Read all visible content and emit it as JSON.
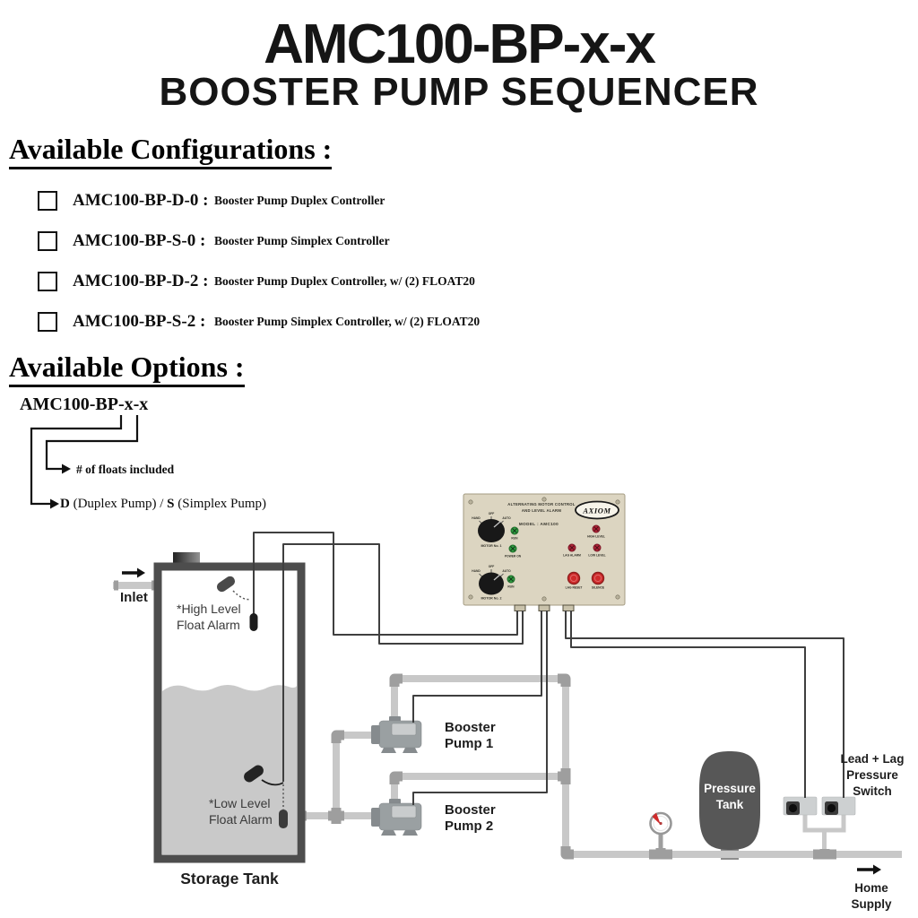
{
  "page": {
    "title": "AMC100-BP-x-x",
    "subtitle": "BOOSTER PUMP SEQUENCER"
  },
  "configurations": {
    "heading": "Available Configurations :",
    "items": [
      {
        "part": "AMC100-BP-D-0 :",
        "desc": "Booster Pump Duplex Controller"
      },
      {
        "part": "AMC100-BP-S-0 :",
        "desc": "Booster Pump Simplex Controller"
      },
      {
        "part": "AMC100-BP-D-2 :",
        "desc": "Booster Pump Duplex Controller, w/ (2) FLOAT20"
      },
      {
        "part": "AMC100-BP-S-2 :",
        "desc": "Booster Pump Simplex Controller, w/ (2) FLOAT20"
      }
    ]
  },
  "options": {
    "heading": "Available Options :",
    "part_number": "AMC100-BP-x-x",
    "branch_floats": "# of floats included",
    "branch_pump_d": "D",
    "branch_pump_mid": " (Duplex Pump) / ",
    "branch_pump_s": "S",
    "branch_pump_end": " (Simplex Pump)"
  },
  "panel": {
    "header1": "ALTERNATING MOTOR CONTROL",
    "header2": "AND LEVEL ALARM",
    "model": "MODEL : AMC100",
    "brand": "AXIOM",
    "hand": "HAND",
    "off": "OFF",
    "auto": "AUTO",
    "motor1": "MOTOR No. 1",
    "motor2": "MOTOR No. 2",
    "run": "RUN",
    "power_on": "POWER ON",
    "high_level": "HIGH LEVEL",
    "lag_alarm": "LAG ALARM",
    "low_level": "LOW LEVEL",
    "lag_reset": "LAG RESET",
    "silence": "SILENCE"
  },
  "diagram": {
    "inlet": "Inlet",
    "high_float_1": "*High Level",
    "high_float_2": "Float Alarm",
    "low_float_1": "*Low Level",
    "low_float_2": "Float Alarm",
    "storage_tank": "Storage Tank",
    "pump1_1": "Booster",
    "pump1_2": "Pump 1",
    "pump2_1": "Booster",
    "pump2_2": "Pump 2",
    "ptank_1": "Pressure",
    "ptank_2": "Tank",
    "switch_1": "Lead + Lag",
    "switch_2": "Pressure",
    "switch_3": "Switch",
    "home_1": "Home",
    "home_2": "Supply"
  },
  "colors": {
    "panel-beige": "#dcd5c1",
    "panel-border": "#a39b82",
    "led-green": "#2f9e41",
    "led-red": "#b02437",
    "btn-red": "#cf2b2b",
    "pipe": "#c8c8c8",
    "fitting": "#9e9e9e",
    "tank-border": "#4d4d4d",
    "water": "#c9c9c9",
    "dark-tank": "#575757",
    "wire": "#3f3f3f",
    "pump": "#9aa0a2",
    "switch-box": "#cdd0d1"
  }
}
